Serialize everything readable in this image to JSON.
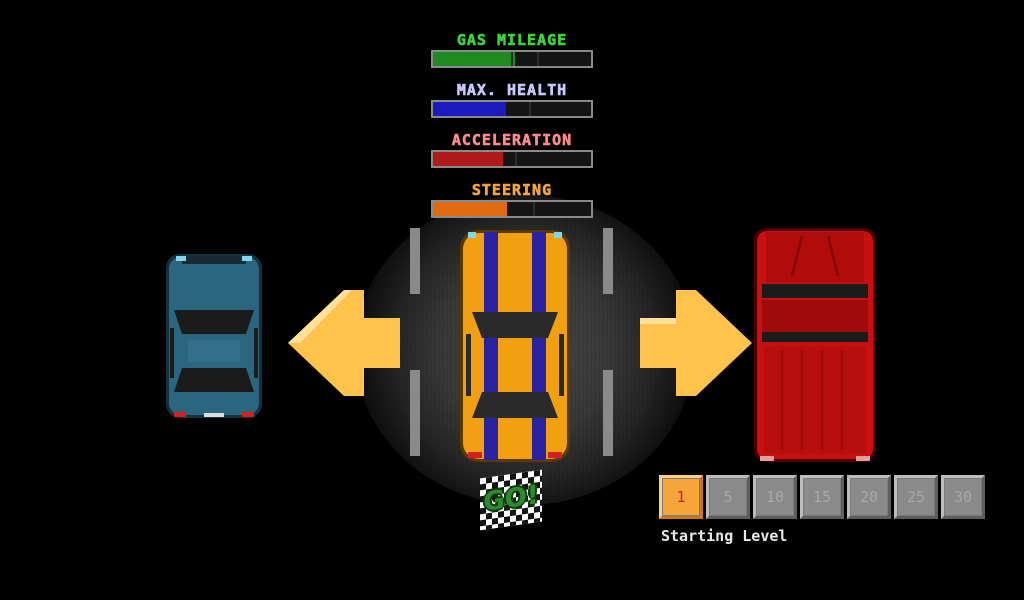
{
  "stats": [
    {
      "label": "GAS MILEAGE",
      "label_color": "#3fd23f",
      "fill_color": "#1f8a1f",
      "value": 0.52
    },
    {
      "label": "MAX. HEALTH",
      "label_color": "#c9c9ff",
      "fill_color": "#1a1abf",
      "value": 0.46
    },
    {
      "label": "ACCELERATION",
      "label_color": "#ff8a8a",
      "fill_color": "#b01a1a",
      "value": 0.44
    },
    {
      "label": "STEERING",
      "label_color": "#f5a53a",
      "fill_color": "#e06a10",
      "value": 0.47
    }
  ],
  "cars": {
    "previous": {
      "name": "blue-sedan",
      "color": "#2a6680"
    },
    "selected": {
      "name": "orange-muscle-car",
      "color": "#f0a010",
      "stripe_color": "#2a22a0"
    },
    "next": {
      "name": "red-pickup",
      "color": "#c81010"
    }
  },
  "arrow_color": "#ffc24a",
  "go_button": {
    "label": "GO!"
  },
  "level_select": {
    "title": "Starting Level",
    "options": [
      "1",
      "5",
      "10",
      "15",
      "20",
      "25",
      "30"
    ],
    "selected": "1"
  }
}
